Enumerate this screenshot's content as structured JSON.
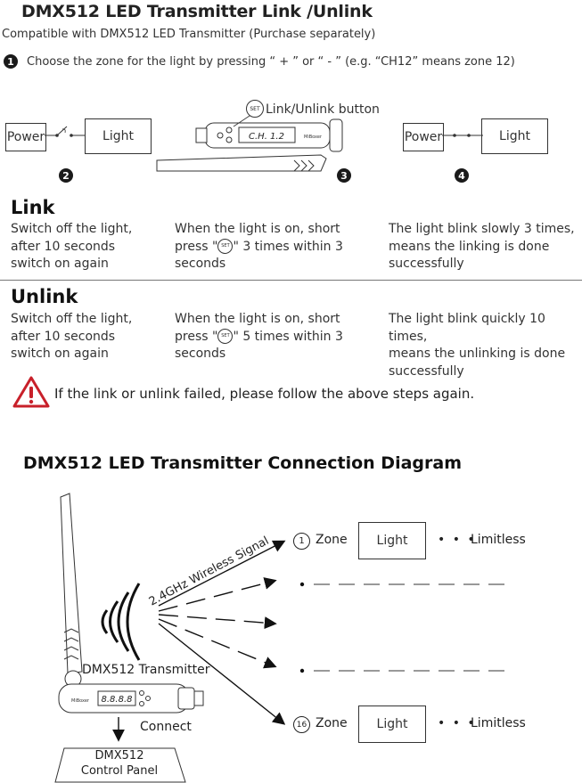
{
  "title": "DMX512 LED Transmitter Link /Unlink",
  "compat": "Compatible with DMX512 LED Transmitter (Purchase separately)",
  "step1": {
    "num": "1",
    "text": "Choose the zone for the light by pressing “ + ” or “ - ”  (e.g. “CH12” means zone 12)"
  },
  "step2": {
    "num": "2",
    "power": "Power",
    "light": "Light"
  },
  "step3": {
    "num": "3",
    "set": "SET",
    "label": "Link/Unlink button",
    "display": "C.H. 1.2",
    "brand": "MiBoxer"
  },
  "step4": {
    "num": "4",
    "power": "Power",
    "light": "Light"
  },
  "link": {
    "title": "Link",
    "col1": [
      "Switch off the light,",
      "after 10 seconds",
      "switch on again"
    ],
    "col2a": "When the light is on, short",
    "col2b_pre": "press \"",
    "col2b_icon": "SET",
    "col2b_post": "\" 3 times within 3",
    "col2c": "seconds",
    "col3": [
      "The light blink slowly 3 times,",
      "means the linking is done",
      "successfully"
    ]
  },
  "unlink": {
    "title": "Unlink",
    "col1": [
      "Switch off the light,",
      "after 10 seconds",
      "switch on again"
    ],
    "col2a": "When the light is on, short",
    "col2b_pre": "press \"",
    "col2b_icon": "SET",
    "col2b_post": "\" 5 times within 3",
    "col2c": "seconds",
    "col3": [
      "The light blink quickly 10 times,",
      "means the unlinking is done",
      "successfully"
    ]
  },
  "warning": "If the link or unlink failed, please follow the above steps again.",
  "diagram": {
    "title": "DMX512 LED Transmitter Connection Diagram",
    "signal": "2.4GHz Wireless Signal",
    "transmitter": "DMX512 Transmitter",
    "display": "8.8.8.8",
    "brand": "MiBoxer",
    "connect": "Connect",
    "panel_line1": "DMX512",
    "panel_line2": "Control Panel",
    "zone_top": {
      "num": "1",
      "label": "Zone",
      "light": "Light",
      "dots": "• • •",
      "limit": "Limitless"
    },
    "zone_bottom": {
      "num": "16",
      "label": "Zone",
      "light": "Light",
      "dots": "• • •",
      "limit": "Limitless"
    }
  },
  "colors": {
    "warning_red": "#c8202a",
    "ink": "#222222"
  }
}
